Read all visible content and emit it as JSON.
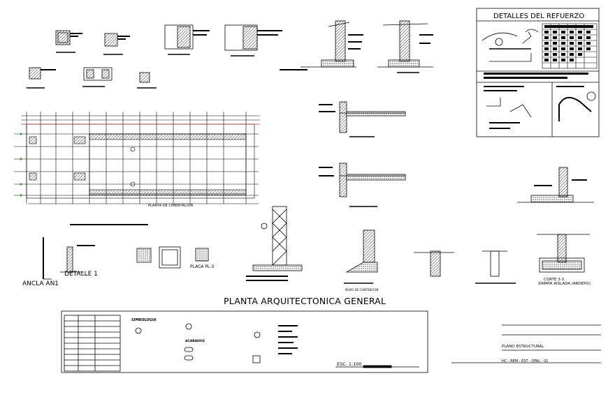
{
  "sheet": {
    "main_title": "PLANTA ARQUITECTONICA GENERAL",
    "rebar_panel_title": "DETALLES DEL REFUERZO",
    "foundation_plan_label": "PLANTA DE CIMENTACION",
    "anchor_label": "ANCLA AN1",
    "detail_label": "DETALLE 1",
    "plate_label": "PLACA PL-3",
    "section_label": "CORTE 3-3",
    "footing_label": "ZAPATA AISLADA (ARDEPO)",
    "wall_label": "MURO DE CONTENCION",
    "legend_title": "SIMBOLOGIA",
    "finishes_title": "ACABADOS",
    "scale": "ESC. 1:100",
    "plan_name": "PLANO ESTRUCTURAL",
    "plan_code": "HC - REM - EST - OFAL - 01"
  },
  "colors": {
    "line": "#000000",
    "axis_red": "#e02020",
    "mark_green": "#1aa31a",
    "background": "#ffffff"
  }
}
